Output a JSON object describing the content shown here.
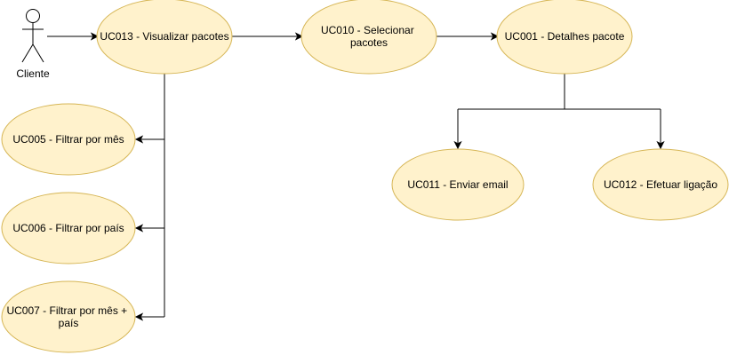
{
  "actor": {
    "name": "Cliente"
  },
  "use_cases": [
    {
      "id": "uc013",
      "lines": [
        "UC013 - Visualizar pacotes"
      ]
    },
    {
      "id": "uc010",
      "lines": [
        "UC010 - Selecionar",
        "pacotes"
      ]
    },
    {
      "id": "uc001",
      "lines": [
        "UC001 - Detalhes pacote"
      ]
    },
    {
      "id": "uc005",
      "lines": [
        "UC005 - Filtrar por mês"
      ]
    },
    {
      "id": "uc006",
      "lines": [
        "UC006 - Filtrar por país"
      ]
    },
    {
      "id": "uc007",
      "lines": [
        "UC007 - Filtrar por mês +",
        "país"
      ]
    },
    {
      "id": "uc011",
      "lines": [
        "UC011 - Enviar email"
      ]
    },
    {
      "id": "uc012",
      "lines": [
        "UC012 - Efetuar ligação"
      ]
    }
  ],
  "relations": [
    {
      "from": "actor",
      "to": "uc013"
    },
    {
      "from": "uc013",
      "to": "uc010"
    },
    {
      "from": "uc010",
      "to": "uc001"
    },
    {
      "from": "uc013",
      "to": "uc005"
    },
    {
      "from": "uc013",
      "to": "uc006"
    },
    {
      "from": "uc013",
      "to": "uc007"
    },
    {
      "from": "uc001",
      "to": "uc011"
    },
    {
      "from": "uc001",
      "to": "uc012"
    }
  ],
  "colors": {
    "use_case_fill": "#fff2cc",
    "use_case_stroke": "#d6b656",
    "line": "#000000",
    "background": "#ffffff"
  }
}
